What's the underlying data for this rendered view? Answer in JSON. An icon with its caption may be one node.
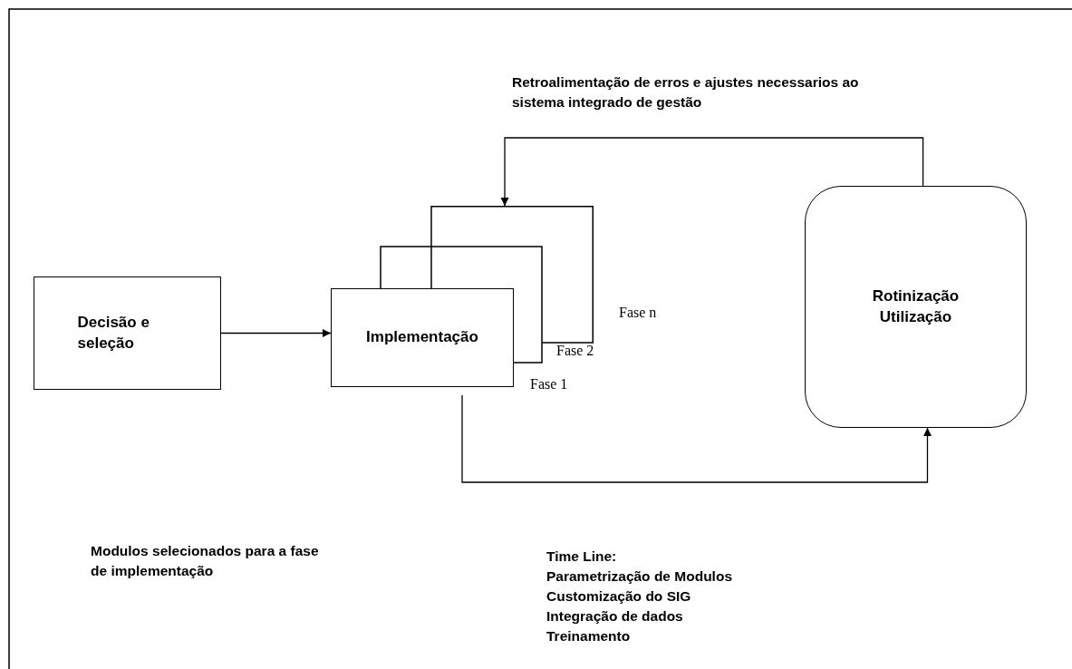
{
  "diagram": {
    "nodes": [
      {
        "text": [
          "Decisão e seleção"
        ]
      },
      {
        "text": [
          "Implementação",
          "Fase 1",
          "Fase 2",
          "Fase n"
        ]
      },
      {
        "text": [
          "Rotinização",
          "Utilização"
        ]
      }
    ],
    "edges": [
      {
        "from": 0,
        "to": 1,
        "arrow": "to"
      },
      {
        "from": 2,
        "to": 1,
        "arrow": "to",
        "label": "Retroalimentação de erros e ajustes necessarios ao sistema integrado de gestão"
      },
      {
        "from": 1,
        "to": 2,
        "arrow": "to"
      }
    ],
    "labels": [
      "Modulos selecionados para a fase de implementação",
      "Time Line:",
      "Parametrização de Modulos",
      "Customização do SIG",
      "Integração de dados",
      "Treinamento"
    ]
  }
}
